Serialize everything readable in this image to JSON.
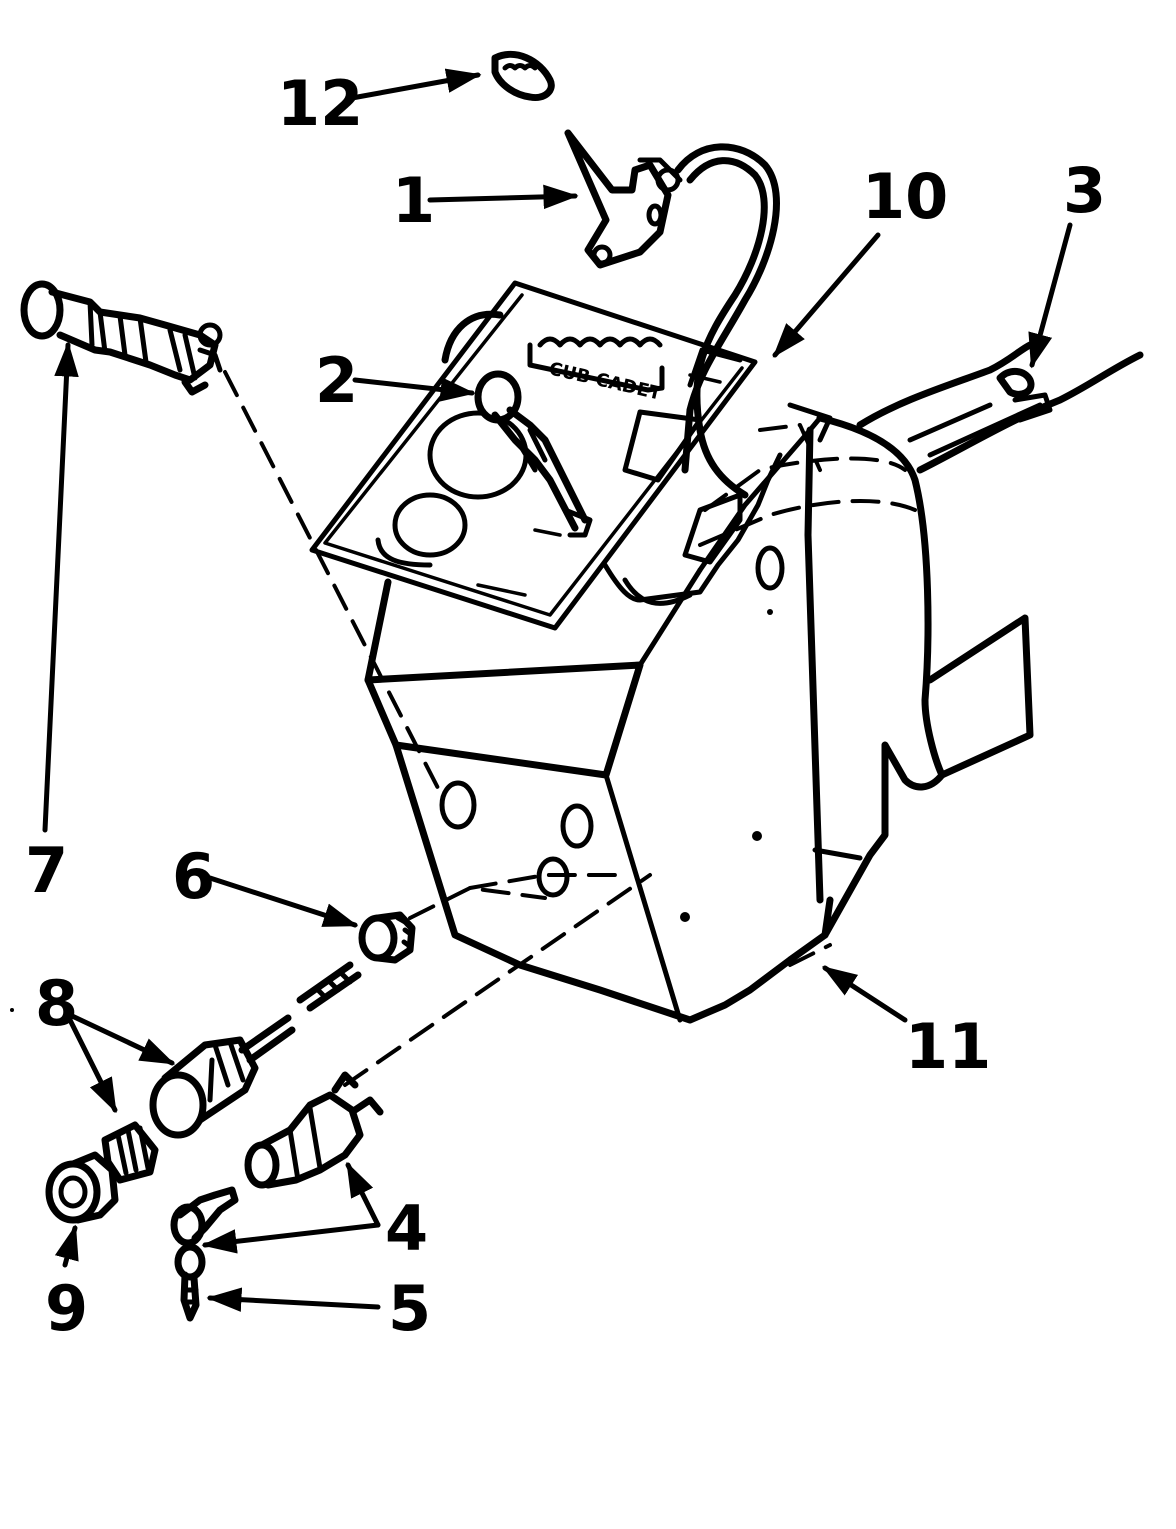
{
  "diagram": {
    "panel_label": "CUB CADET",
    "callouts": [
      {
        "id": "1",
        "label": "1",
        "part": "throttle-lever-icon"
      },
      {
        "id": "2",
        "label": "2",
        "part": "shift-knob-icon"
      },
      {
        "id": "3",
        "label": "3",
        "part": "wing-nut-icon"
      },
      {
        "id": "4",
        "label": "4",
        "part": "ignition-switch-icon"
      },
      {
        "id": "5",
        "label": "5",
        "part": "ignition-key-icon"
      },
      {
        "id": "6",
        "label": "6",
        "part": "plug-button-icon"
      },
      {
        "id": "7",
        "label": "7",
        "part": "choke-control-icon"
      },
      {
        "id": "8",
        "label": "8",
        "part": "light-switch-assembly-icon"
      },
      {
        "id": "9",
        "label": "9",
        "part": "light-switch-knob-icon"
      },
      {
        "id": "10",
        "label": "10",
        "part": "decal-plate-icon"
      },
      {
        "id": "11",
        "label": "11",
        "part": "dash-housing-icon"
      },
      {
        "id": "12",
        "label": "12",
        "part": "knob-cap-icon"
      }
    ]
  }
}
